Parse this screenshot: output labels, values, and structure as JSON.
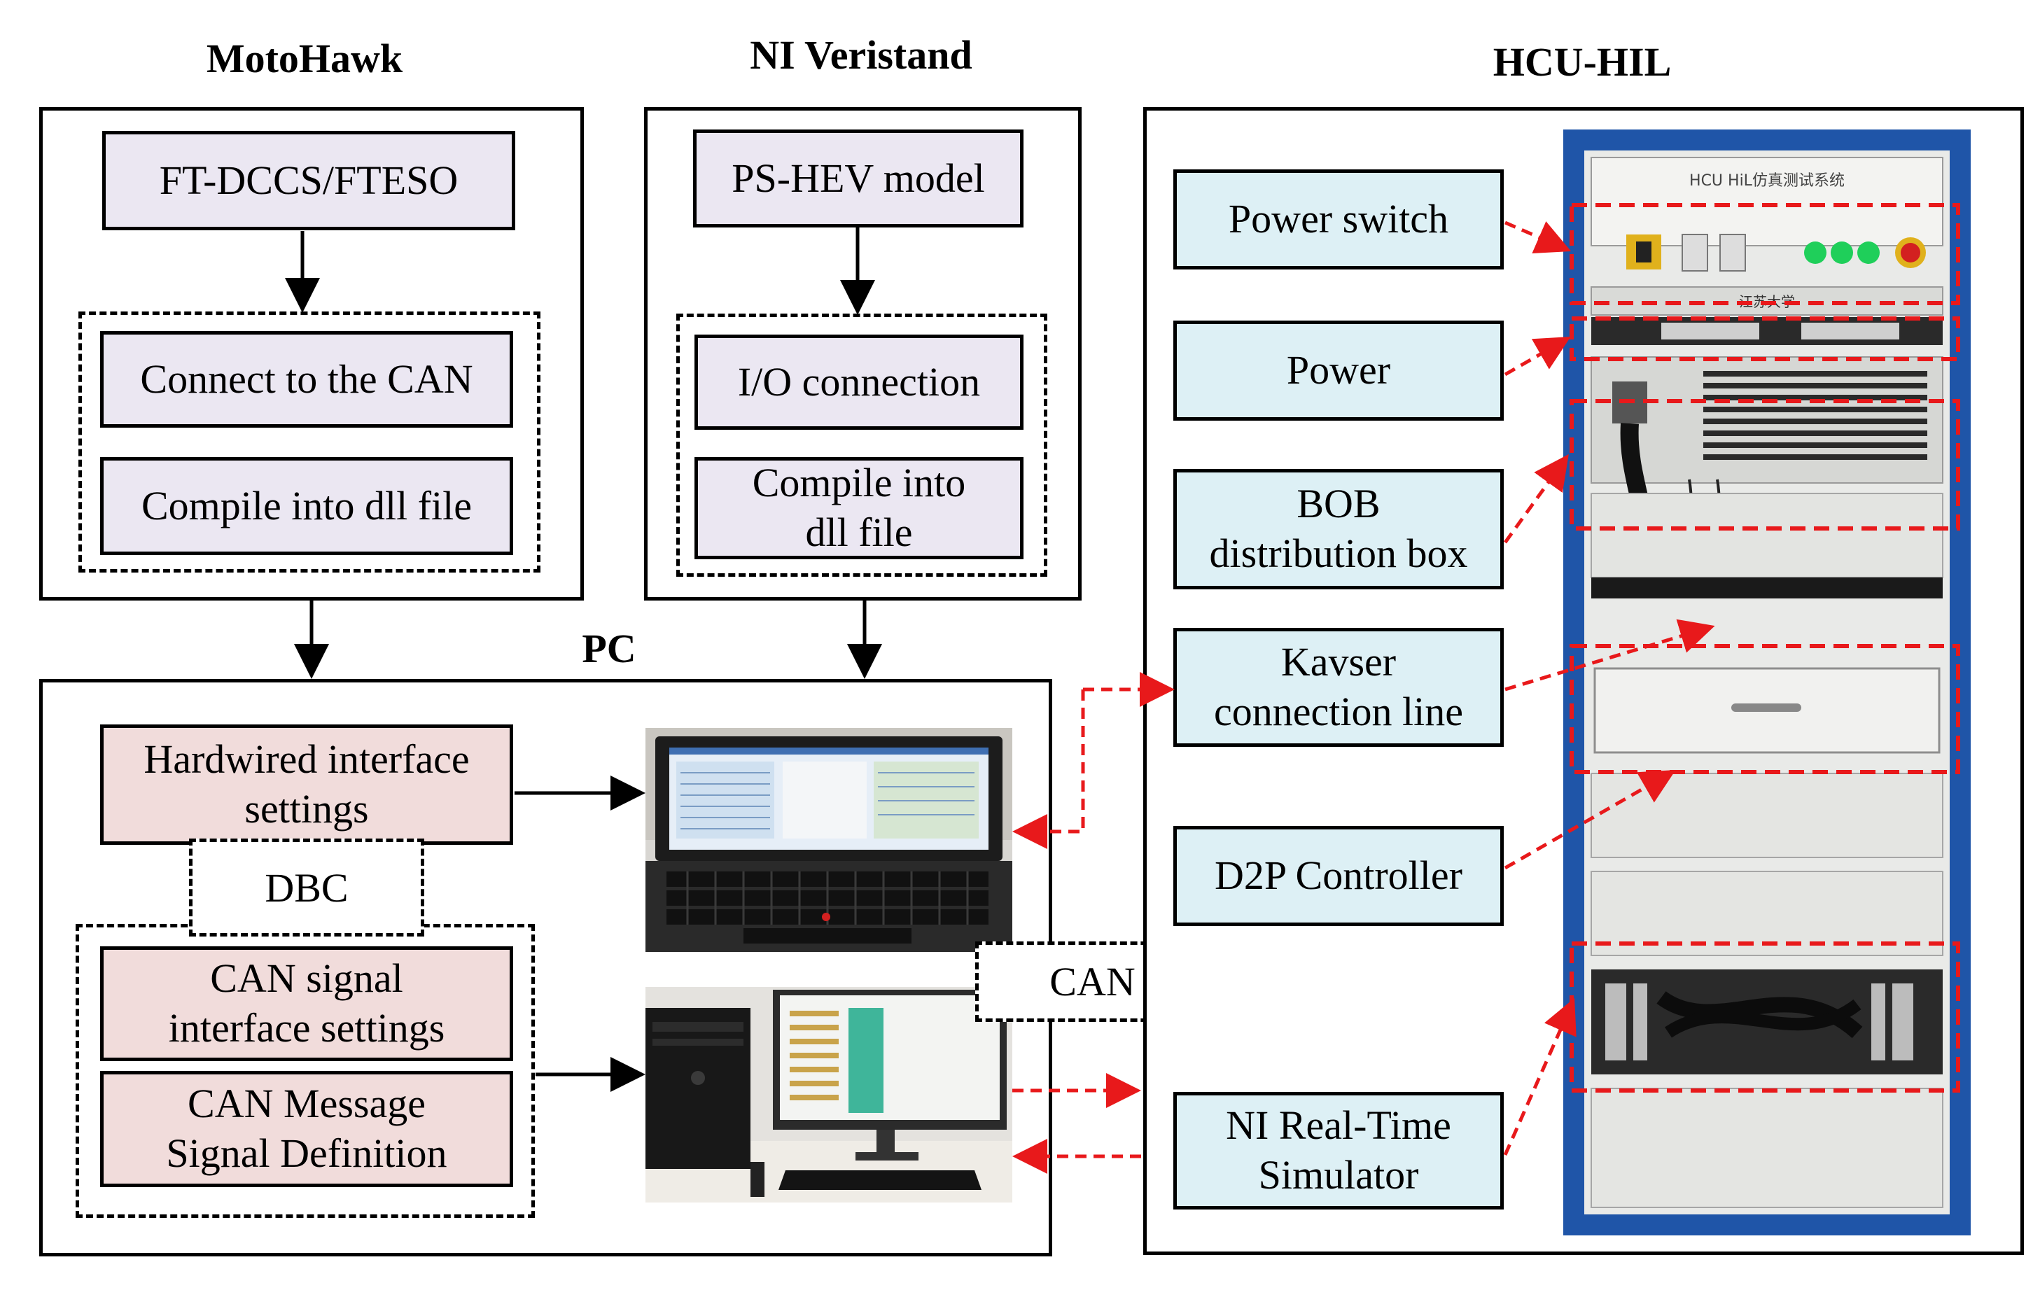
{
  "titles": {
    "motohawk": "MotoHawk",
    "veristand": "NI Veristand",
    "hcu_hil": "HCU-HIL",
    "pc": "PC"
  },
  "motohawk": {
    "controller": "FT-DCCS/FTESO",
    "connect_can": "Connect to the CAN",
    "compile_dll": "Compile into dll file"
  },
  "veristand": {
    "model": "PS-HEV model",
    "io": "I/O connection",
    "compile_line1": "Compile into",
    "compile_line2": "dll file"
  },
  "pc": {
    "hardwired_line1": "Hardwired interface",
    "hardwired_line2": "settings",
    "dbc": "DBC",
    "can_signal_line1": "CAN signal",
    "can_signal_line2": "interface settings",
    "can_message_line1": "CAN Message",
    "can_message_line2": "Signal Definition",
    "can_label": "CAN"
  },
  "hil": {
    "power_switch": "Power switch",
    "power": "Power",
    "bob_line1": "BOB",
    "bob_line2": "distribution box",
    "kavser_line1": "Kavser",
    "kavser_line2": "connection line",
    "d2p": "D2P Controller",
    "ni_line1": "NI Real-Time",
    "ni_line2": "Simulator",
    "cabinet_label": "HCU HiL仿真测试系统",
    "cabinet_badge": "江苏大学"
  },
  "colors": {
    "annotation_red": "#e8191b",
    "cabinet_blue": "#1f55a8",
    "box_lavender": "#ebe7f2",
    "box_pink": "#f1dcdb",
    "box_cyan": "#ddf0f5"
  }
}
